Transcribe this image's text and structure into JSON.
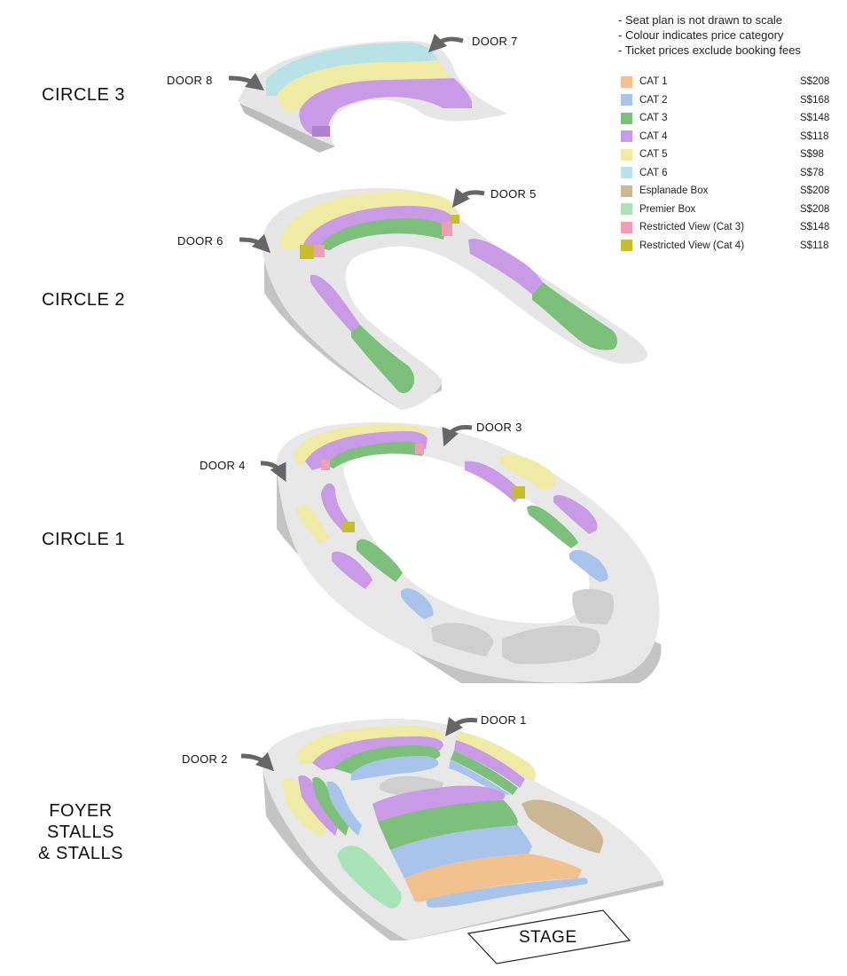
{
  "notes": [
    "- Seat plan is not drawn to scale",
    "- Colour indicates price category",
    "- Ticket prices exclude booking fees"
  ],
  "legend": [
    {
      "name": "CAT 1",
      "price": "S$208",
      "color": "#f2c28e"
    },
    {
      "name": "CAT 2",
      "price": "S$168",
      "color": "#a9c4ea"
    },
    {
      "name": "CAT 3",
      "price": "S$148",
      "color": "#7cc07c"
    },
    {
      "name": "CAT 4",
      "price": "S$118",
      "color": "#c99be6"
    },
    {
      "name": "CAT 5",
      "price": "S$98",
      "color": "#efeba4"
    },
    {
      "name": "CAT 6",
      "price": "S$78",
      "color": "#b9e2e6"
    },
    {
      "name": "Esplanade Box",
      "price": "S$208",
      "color": "#cbb794"
    },
    {
      "name": "Premier Box",
      "price": "S$208",
      "color": "#a8e3b8"
    },
    {
      "name": "Restricted View (Cat 3)",
      "price": "S$148",
      "color": "#ee9fb6"
    },
    {
      "name": "Restricted View (Cat 4)",
      "price": "S$118",
      "color": "#c6be2c"
    }
  ],
  "levels": {
    "circle3": "CIRCLE 3",
    "circle2": "CIRCLE 2",
    "circle1": "CIRCLE 1",
    "stalls_line1": "FOYER STALLS",
    "stalls_line2": "& STALLS"
  },
  "doors": {
    "door1": "DOOR 1",
    "door2": "DOOR 2",
    "door3": "DOOR 3",
    "door4": "DOOR 4",
    "door5": "DOOR 5",
    "door6": "DOOR 6",
    "door7": "DOOR 7",
    "door8": "DOOR 8"
  },
  "stage": "STAGE"
}
